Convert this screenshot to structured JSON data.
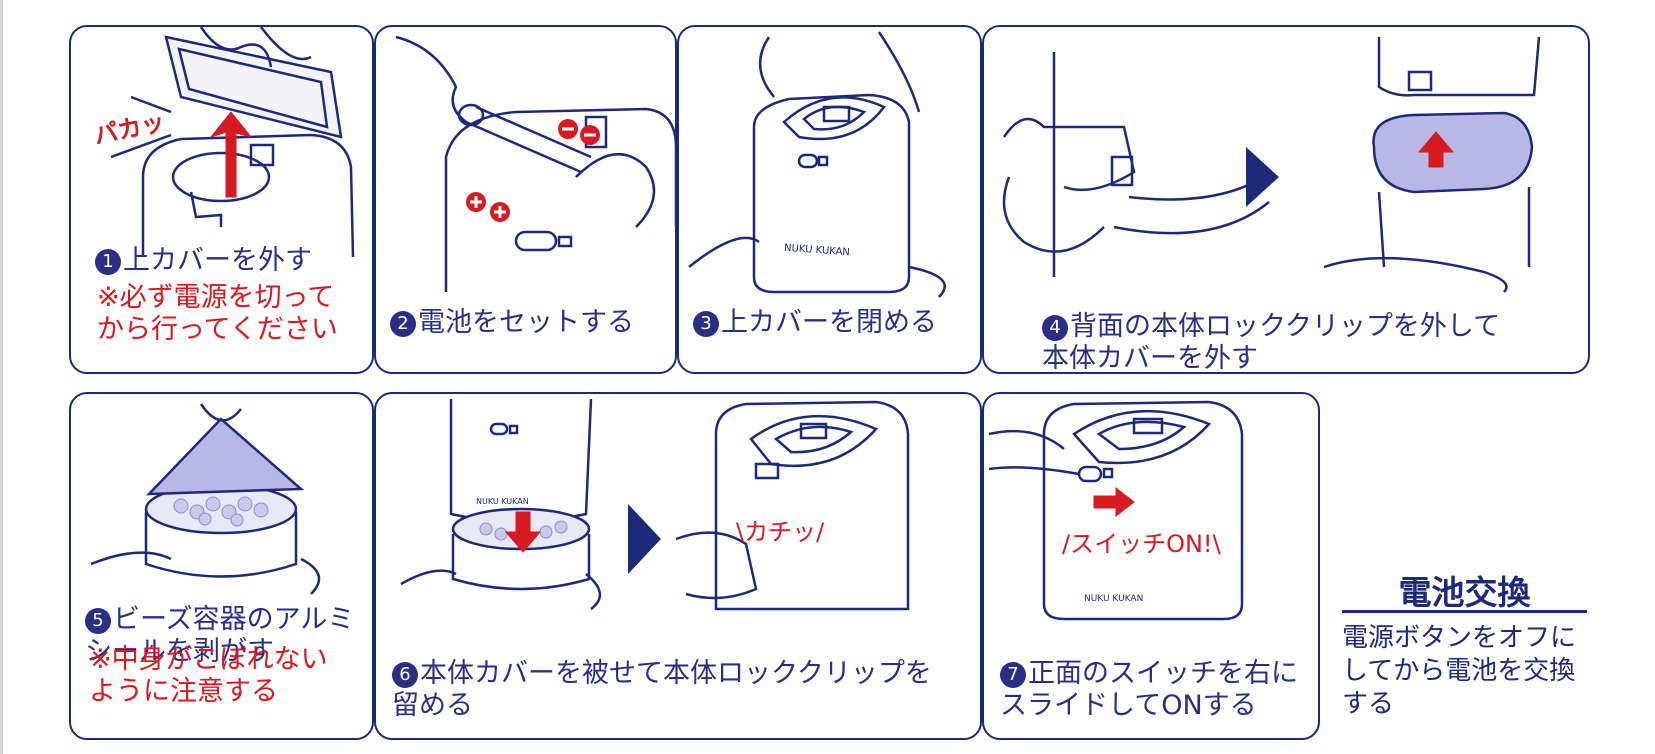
{
  "steps": [
    {
      "num": "1",
      "text": "上カバーを外す",
      "note": "※必ず電源を切って\nから行ってください",
      "sfx": "パカッ"
    },
    {
      "num": "2",
      "text": "電池をセットする"
    },
    {
      "num": "3",
      "text": "上カバーを閉める"
    },
    {
      "num": "4",
      "text": "背面の本体ロッククリップを外して\n本体カバーを外す"
    },
    {
      "num": "5",
      "text": "ビーズ容器のアルミ\nシールを剥がす",
      "note": "※中身がこぼれない\nように注意する"
    },
    {
      "num": "6",
      "text": "本体カバーを被せて本体ロッククリップを\n留める",
      "sfx": "カチッ"
    },
    {
      "num": "7",
      "text": "正面のスイッチを右に\nスライドしてONする",
      "sfx": "スイッチON!"
    }
  ],
  "device_brand": "NUKU KUKAN",
  "switch_label": "ON",
  "side": {
    "title": "電池交換",
    "desc": "電源ボタンをオフに\nしてから電池を交換\nする"
  },
  "colors": {
    "navy": "#1d2a7a",
    "red": "#d71920",
    "lavender": "#b8b8e6"
  }
}
